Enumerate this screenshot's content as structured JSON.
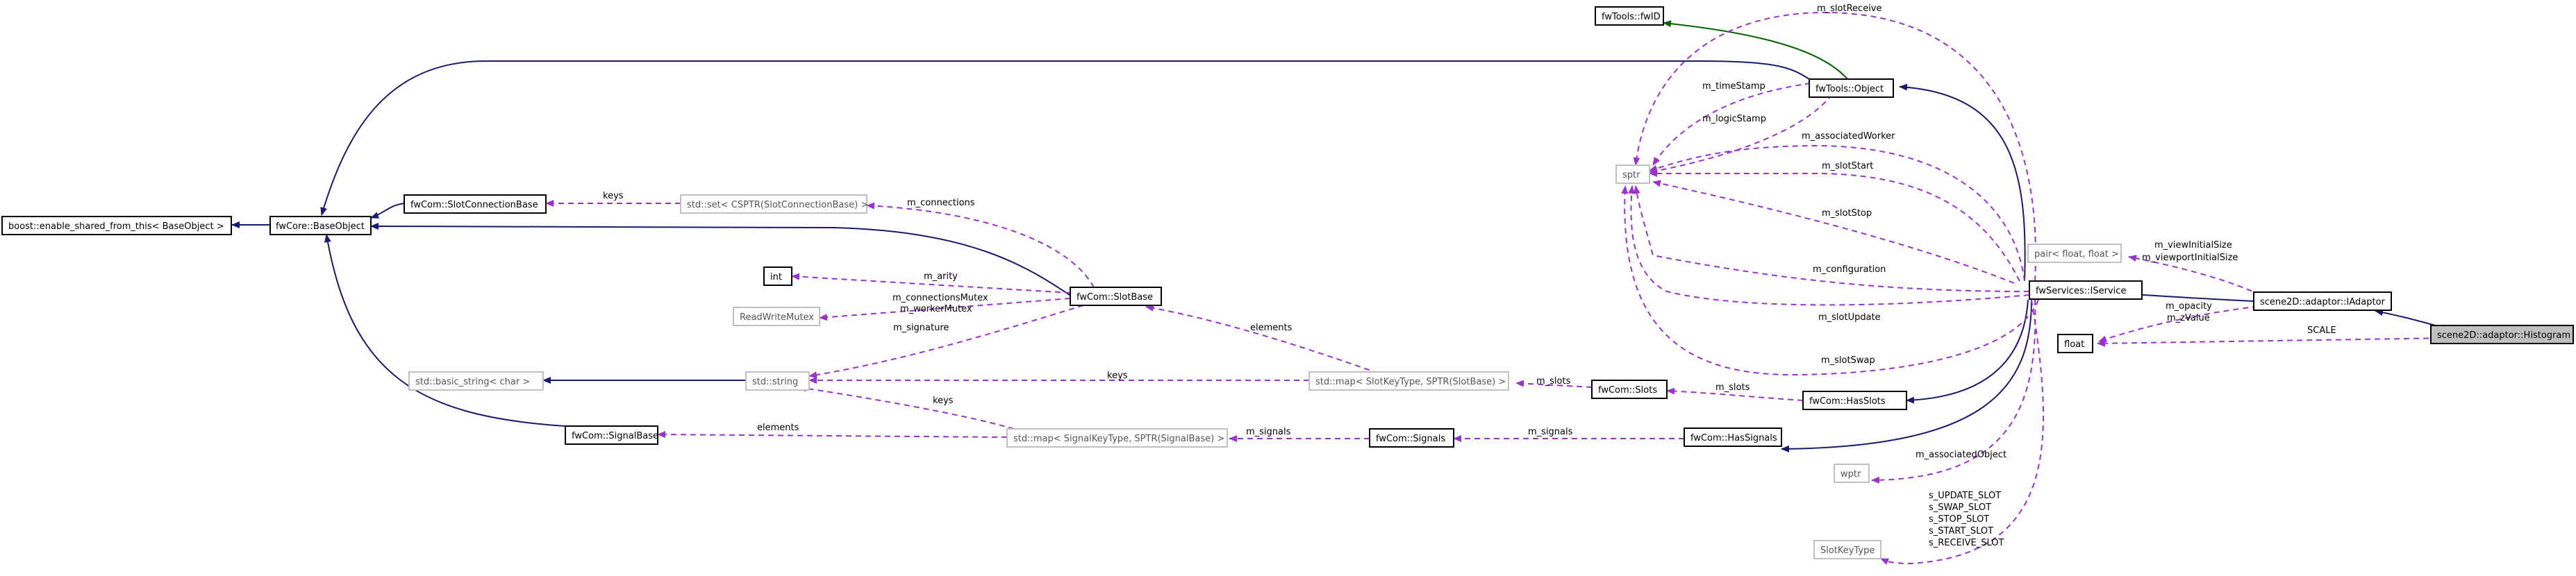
{
  "nodes": {
    "enable_shared": "boost::enable_shared_from_this< BaseObject >",
    "base_object": "fwCore::BaseObject",
    "slot_connection_base": "fwCom::SlotConnectionBase",
    "set_cspt": "std::set< CSPTR(SlotConnectionBase) >",
    "int": "int",
    "read_write_mutex": "ReadWriteMutex",
    "slot_base": "fwCom::SlotBase",
    "basic_string": "std::basic_string< char >",
    "std_string": "std::string",
    "signal_base": "fwCom::SignalBase",
    "map_slots": "std::map< SlotKeyType, SPTR(SlotBase) >",
    "map_signals": "std::map< SignalKeyType, SPTR(SignalBase) >",
    "slots": "fwCom::Slots",
    "signals": "fwCom::Signals",
    "has_slots": "fwCom::HasSlots",
    "has_signals": "fwCom::HasSignals",
    "fw_id": "fwTools::fwID",
    "object": "fwTools::Object",
    "sptr": "sptr",
    "wptr": "wptr",
    "slot_key_type": "SlotKeyType",
    "iservice": "fwServices::IService",
    "pair_float": "pair< float, float >",
    "iadaptor": "scene2D::adaptor::IAdaptor",
    "float": "float",
    "histogram": "scene2D::adaptor::Histogram"
  },
  "edge_labels": {
    "keys_set": "keys",
    "m_connections": "m_connections",
    "m_arity": "m_arity",
    "m_mutex_1": "m_connectionsMutex",
    "m_mutex_2": "m_workerMutex",
    "m_signature": "m_signature",
    "elements_slots": "elements",
    "keys_string": "keys",
    "keys_signals": "keys",
    "elements_signals": "elements",
    "m_slots_map": "m_slots",
    "m_slots_has": "m_slots",
    "m_signals_map": "m_signals",
    "m_signals_has": "m_signals",
    "m_slotReceive": "m_slotReceive",
    "m_timeStamp": "m_timeStamp",
    "m_logicStamp": "m_logicStamp",
    "m_associatedWorker": "m_associatedWorker",
    "m_slotStart": "m_slotStart",
    "m_slotStop": "m_slotStop",
    "m_configuration": "m_configuration",
    "m_slotUpdate": "m_slotUpdate",
    "m_slotSwap": "m_slotSwap",
    "m_viewInitialSize": "m_viewInitialSize",
    "m_viewportInitialSize": "m_viewportInitialSize",
    "m_opacity": "m_opacity",
    "m_zValue": "m_zValue",
    "scale": "SCALE",
    "m_associatedObject": "m_associatedObject",
    "s_update_slot": "s_UPDATE_SLOT",
    "s_swap_slot": "s_SWAP_SLOT",
    "s_stop_slot": "s_STOP_SLOT",
    "s_start_slot": "s_START_SLOT",
    "s_receive_slot": "s_RECEIVE_SLOT"
  },
  "colors": {
    "inheritance": "#191970",
    "inheritance_id": "#006400",
    "member": "#9a32cd",
    "highlight_fill": "#bfbfbf"
  }
}
